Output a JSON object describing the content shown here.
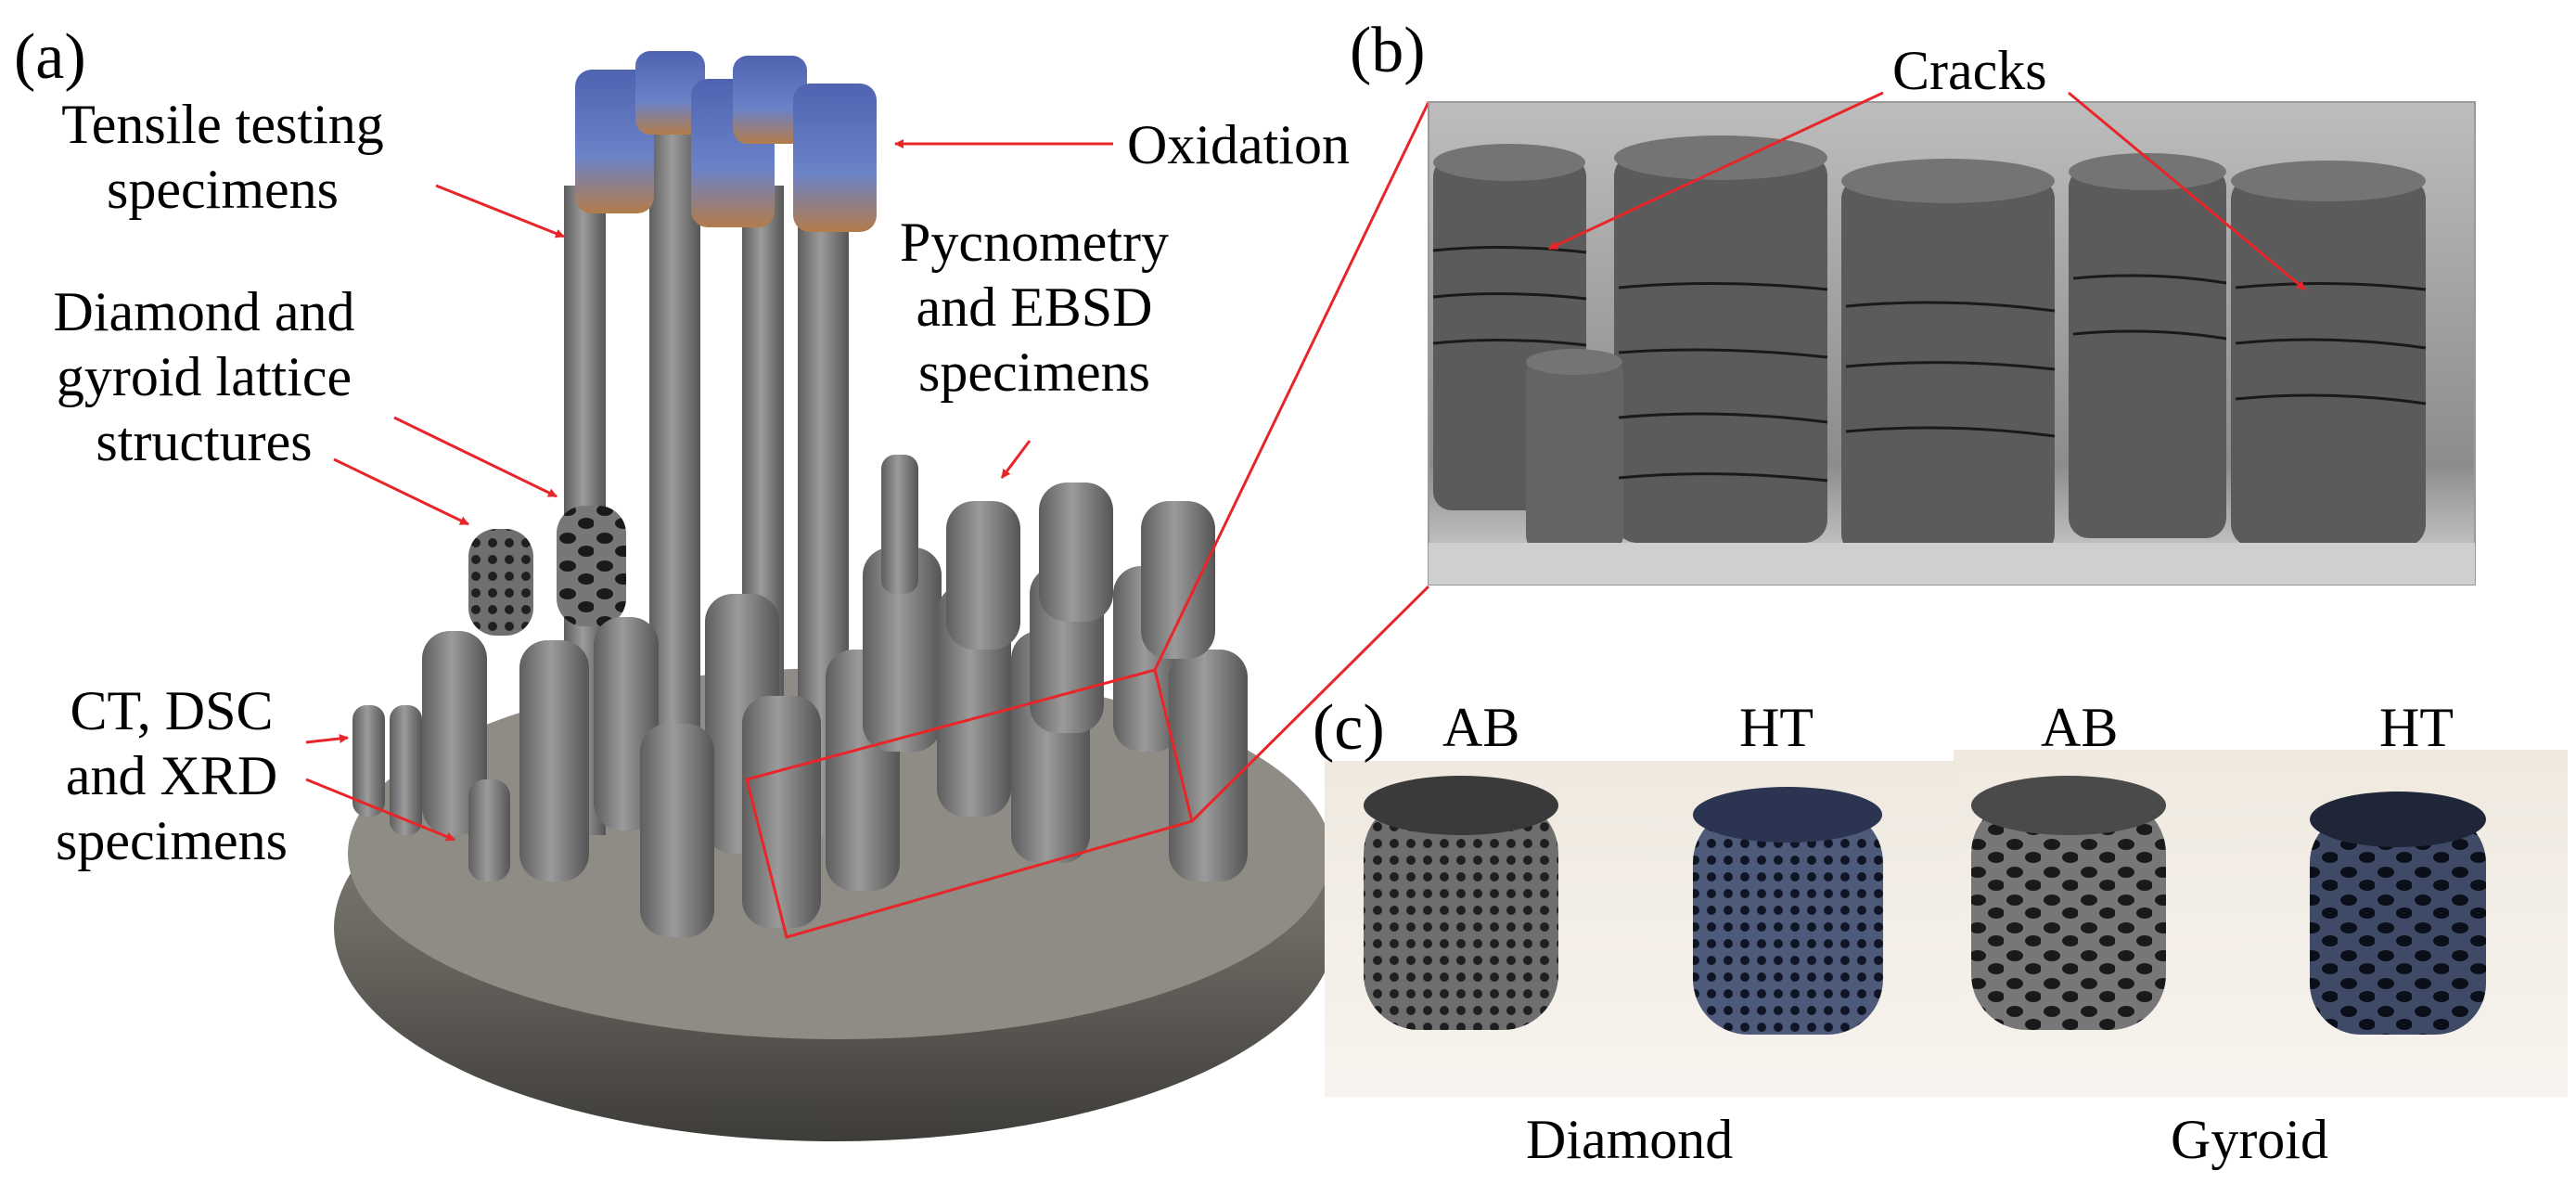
{
  "panel_a": {
    "letter": "(a)",
    "labels": {
      "tensile": [
        "Tensile testing",
        "specimens"
      ],
      "oxidation": "Oxidation",
      "pycnometry": [
        "Pycnometry",
        "and EBSD",
        "specimens"
      ],
      "lattice": [
        "Diamond and",
        "gyroid lattice",
        "structures"
      ],
      "ct": [
        "CT, DSC",
        "and XRD",
        "specimens"
      ]
    }
  },
  "panel_b": {
    "letter": "(b)",
    "cracks_label": "Cracks"
  },
  "panel_c": {
    "letter": "(c)",
    "left_group": {
      "ab": "AB",
      "ht": "HT",
      "name": "Diamond"
    },
    "right_group": {
      "ab": "AB",
      "ht": "HT",
      "name": "Gyroid"
    }
  },
  "colors": {
    "arrow": "#e8262a",
    "metal": "#7d7d7d",
    "oxide_blue": "#5a6fb3",
    "oxide_bronze": "#b07a4a"
  }
}
